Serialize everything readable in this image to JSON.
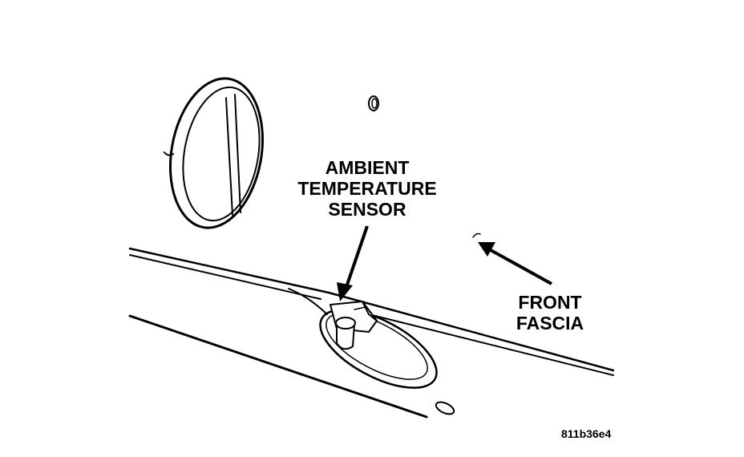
{
  "labels": {
    "sensor": [
      "AMBIENT",
      "TEMPERATURE",
      "SENSOR"
    ],
    "fascia": [
      "FRONT",
      "FASCIA"
    ]
  },
  "figure_code": "811b36e4",
  "colors": {
    "ink": "#000000",
    "paper": "#ffffff"
  }
}
